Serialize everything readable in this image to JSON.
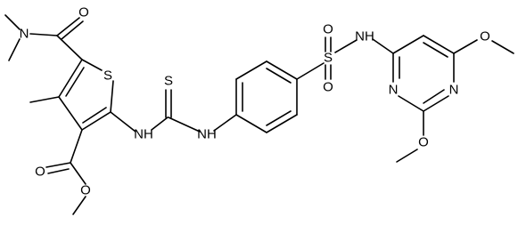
{
  "atoms": {
    "n_amide": "N",
    "o_amide": "O",
    "s_thiophene": "S",
    "nh_thiourea_left": "NH",
    "s_thiourea": "S",
    "nh_thiourea_right": "NH",
    "s_sulfonyl": "S",
    "o_sulfonyl_top": "O",
    "o_sulfonyl_bottom": "O",
    "nh_sulfonamide": "NH",
    "n_pyrimidine_1": "N",
    "n_pyrimidine_3": "N",
    "o_methoxy_right": "O",
    "o_methoxy_bottom": "O",
    "o_ester_carbonyl": "O",
    "o_ester_ether": "O"
  }
}
